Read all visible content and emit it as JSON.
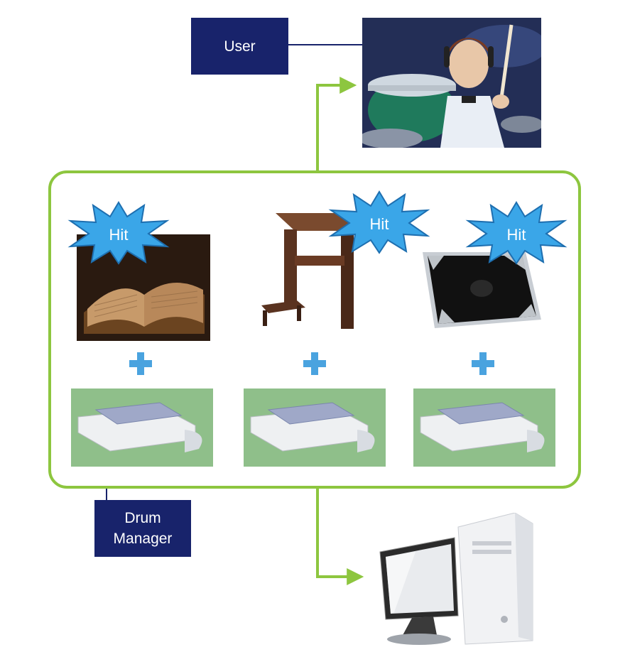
{
  "labels": {
    "user": "User",
    "drum_manager_line1": "Drum",
    "drum_manager_line2": "Manager",
    "hit": "Hit"
  },
  "colors": {
    "label_box_bg": "#18236b",
    "label_text": "#ffffff",
    "accent_green": "#8dc63f",
    "plus_blue": "#4aa3df",
    "starburst_blue": "#3aa6e8",
    "pad_bg_green": "#8fbf8a"
  },
  "objects": [
    {
      "name": "book",
      "icon": "book-icon"
    },
    {
      "name": "stool",
      "icon": "stool-icon"
    },
    {
      "name": "cd-case",
      "icon": "cd-case-icon"
    }
  ],
  "devices": {
    "sensor_pad": "sensor-pad-icon",
    "user_photo": "drummer-photo",
    "computer": "desktop-computer-icon"
  }
}
